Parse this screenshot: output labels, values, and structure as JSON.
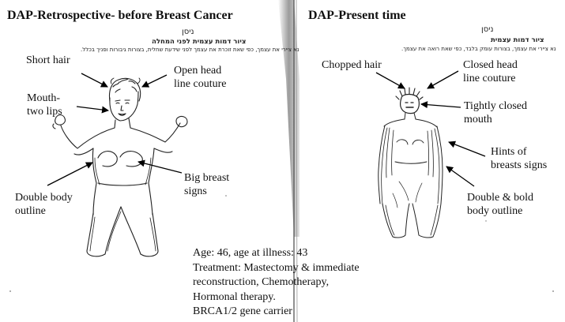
{
  "left_panel": {
    "title": "DAP-Retrospective- before Breast Cancer",
    "hebrew_signature": "ניסן",
    "hebrew_heading": "ציור דמות עצמית לפני המחלה",
    "hebrew_instruction": "נא ציירי את עצמך, כפי שאת זוכרת את עצמך לפני שידעת שחלית, בצורות גיבורות ופניך בכלל.",
    "labels": {
      "short_hair": "Short hair",
      "open_head": [
        "Open head",
        "line couture"
      ],
      "mouth": [
        "Mouth-",
        "two lips"
      ],
      "big_breast": [
        "Big breast",
        "signs"
      ],
      "double_outline": [
        "Double body",
        "outline"
      ]
    }
  },
  "right_panel": {
    "title": "DAP-Present time",
    "hebrew_signature": "ניסן",
    "hebrew_heading": "ציור דמות עצמית",
    "hebrew_instruction": "נא ציירי את עצמך, בצורות עומק בלבד, כפי שאת רואה את עצמך.",
    "labels": {
      "chopped_hair": "Chopped hair",
      "closed_head": [
        "Closed head",
        "line couture"
      ],
      "closed_mouth": [
        "Tightly closed",
        "mouth"
      ],
      "hints_breasts": [
        "Hints of",
        "breasts signs"
      ],
      "double_bold": [
        "Double & bold",
        "body outline"
      ]
    }
  },
  "patient_info": [
    "Age: 46, age at illness: 43",
    "Treatment: Mastectomy & immediate",
    "reconstruction, Chemotherapy,",
    "Hormonal therapy.",
    "BRCA1/2 gene carrier"
  ]
}
